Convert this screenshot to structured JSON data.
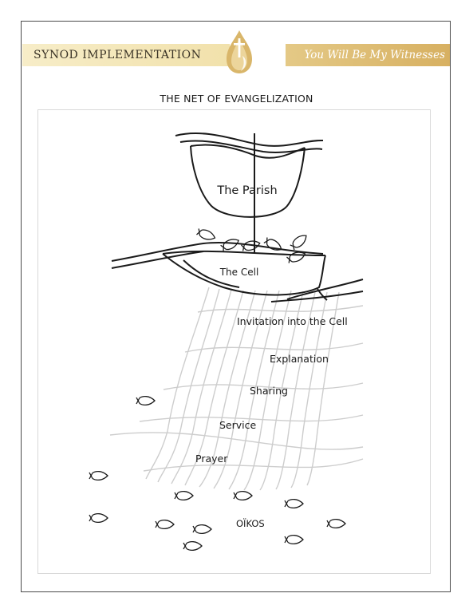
{
  "banner": {
    "title": "SYNOD IMPLEMENTATION",
    "tagline": "You Will Be My Witnesses"
  },
  "diagram": {
    "title": "THE NET OF EVANGELIZATION",
    "boat_label": "The Parish",
    "cell_label": "The Cell",
    "net_stages": [
      "Invitation into the Cell",
      "Explanation",
      "Sharing",
      "Service",
      "Prayer"
    ],
    "oikos_label": "OÏKOS"
  },
  "colors": {
    "gold": "#d7b061",
    "cream": "#f4e7bd",
    "ink": "#1a1a1a",
    "net": "#c9c9c9"
  }
}
